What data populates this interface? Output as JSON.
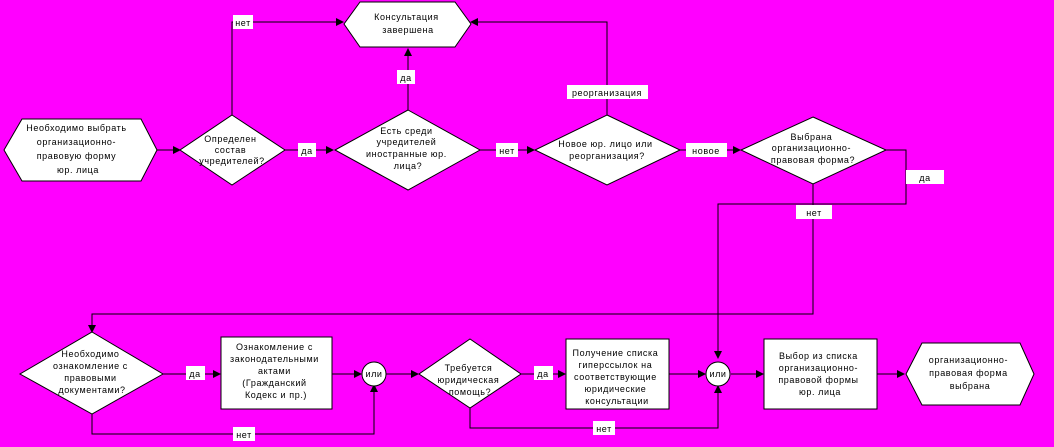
{
  "nodes": {
    "start": "Необходимо выбрать организационно-правовую форму юр. лица",
    "q_founders": "Определен состав учредителей?",
    "q_foreign": "Есть среди учредителей иностранные юр. лица?",
    "q_new_reorg": "Новое юр. лицо или реорганизация?",
    "q_form_chosen": "Выбрана организационно-правовая форма?",
    "end_consult": "Консультация завершена",
    "q_need_docs": "Необходимо ознакомление с правовыми документами?",
    "docs": "Ознакомление с законодательными актами (Гражданский Кодекс и пр.)",
    "or1": "или",
    "q_legal_help": "Требуется юридическая помощь?",
    "links": "Получение списка гиперссылок на соответствующие юридические консультации",
    "or2": "или",
    "choose_list": "Выбор из списка организационно-правовой формы юр. лица",
    "end_chosen": "организационно-правовая форма выбрана"
  },
  "edge_labels": {
    "no_top": "нет",
    "yes_founders": "да",
    "yes_foreign": "да",
    "no_foreign": "нет",
    "reorg": "реорганизация",
    "new": "новое",
    "yes_form": "да",
    "no_form": "нет",
    "yes_docs": "да",
    "no_docs": "нет",
    "yes_help": "да",
    "no_help": "нет"
  }
}
